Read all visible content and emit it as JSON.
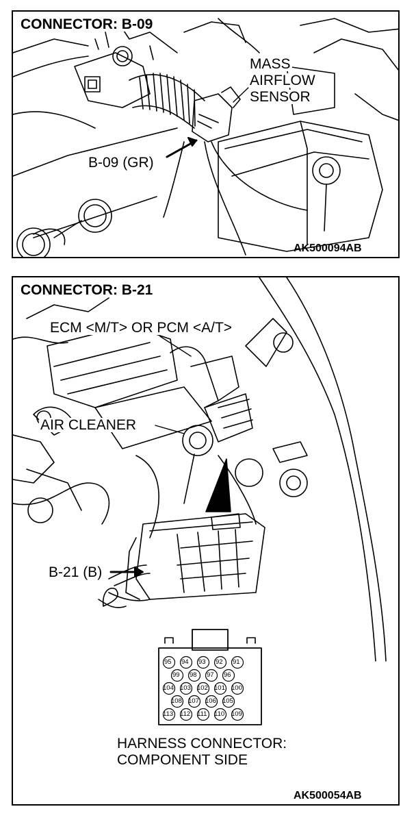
{
  "panels": [
    {
      "title": "CONNECTOR: B-09",
      "callouts": {
        "sensor_line1": "MASS",
        "sensor_line2": "AIRFLOW",
        "sensor_line3": "SENSOR",
        "connector": "B-09 (GR)"
      },
      "figure_code": "AK500094AB"
    },
    {
      "title": "CONNECTOR: B-21",
      "callouts": {
        "ecm": "ECM <M/T> OR PCM <A/T>",
        "air_cleaner": "AIR CLEANER",
        "connector": "B-21 (B)",
        "harness_line1": "HARNESS CONNECTOR:",
        "harness_line2": "COMPONENT SIDE"
      },
      "pins": {
        "row1": [
          "95",
          "94",
          "93",
          "92",
          "91"
        ],
        "row2": [
          "99",
          "98",
          "97",
          "96"
        ],
        "row3": [
          "104",
          "103",
          "102",
          "101",
          "100"
        ],
        "row4": [
          "108",
          "107",
          "106",
          "105"
        ],
        "row5": [
          "113",
          "112",
          "111",
          "110",
          "109"
        ]
      },
      "figure_code": "AK500054AB"
    }
  ]
}
